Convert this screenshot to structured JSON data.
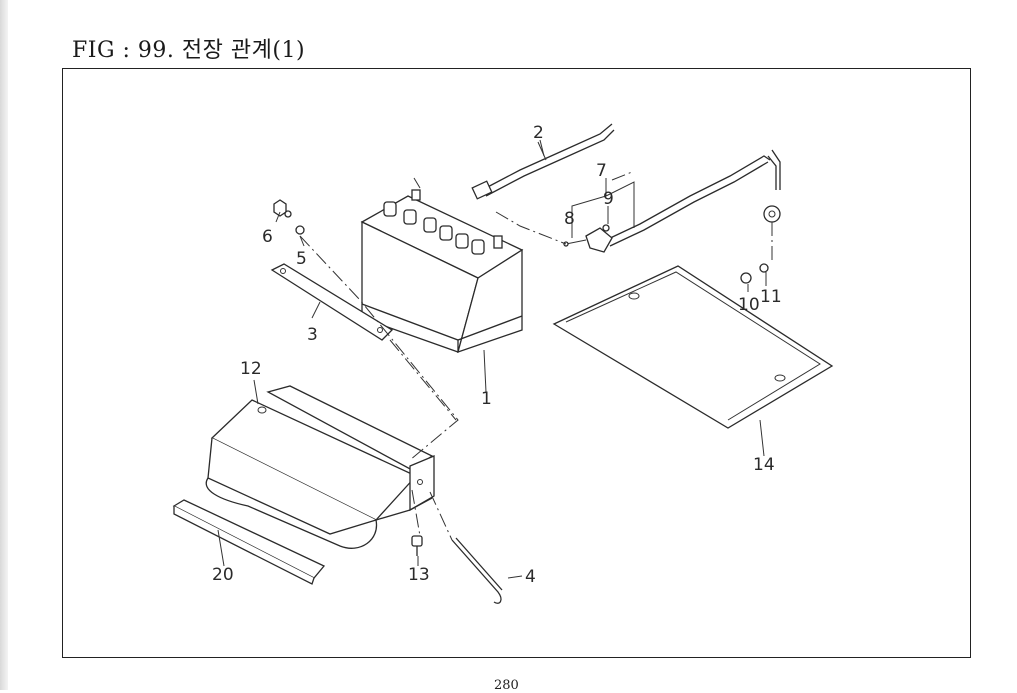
{
  "figure": {
    "title": "FIG : 99. 전장 관계(1)",
    "page_number": "280"
  },
  "callouts": {
    "c1": "1",
    "c2": "2",
    "c3": "3",
    "c4": "4",
    "c5": "5",
    "c6": "6",
    "c7": "7",
    "c8": "8",
    "c9": "9",
    "c10": "10",
    "c11": "11",
    "c12": "12",
    "c13": "13",
    "c14": "14",
    "c20": "20"
  }
}
